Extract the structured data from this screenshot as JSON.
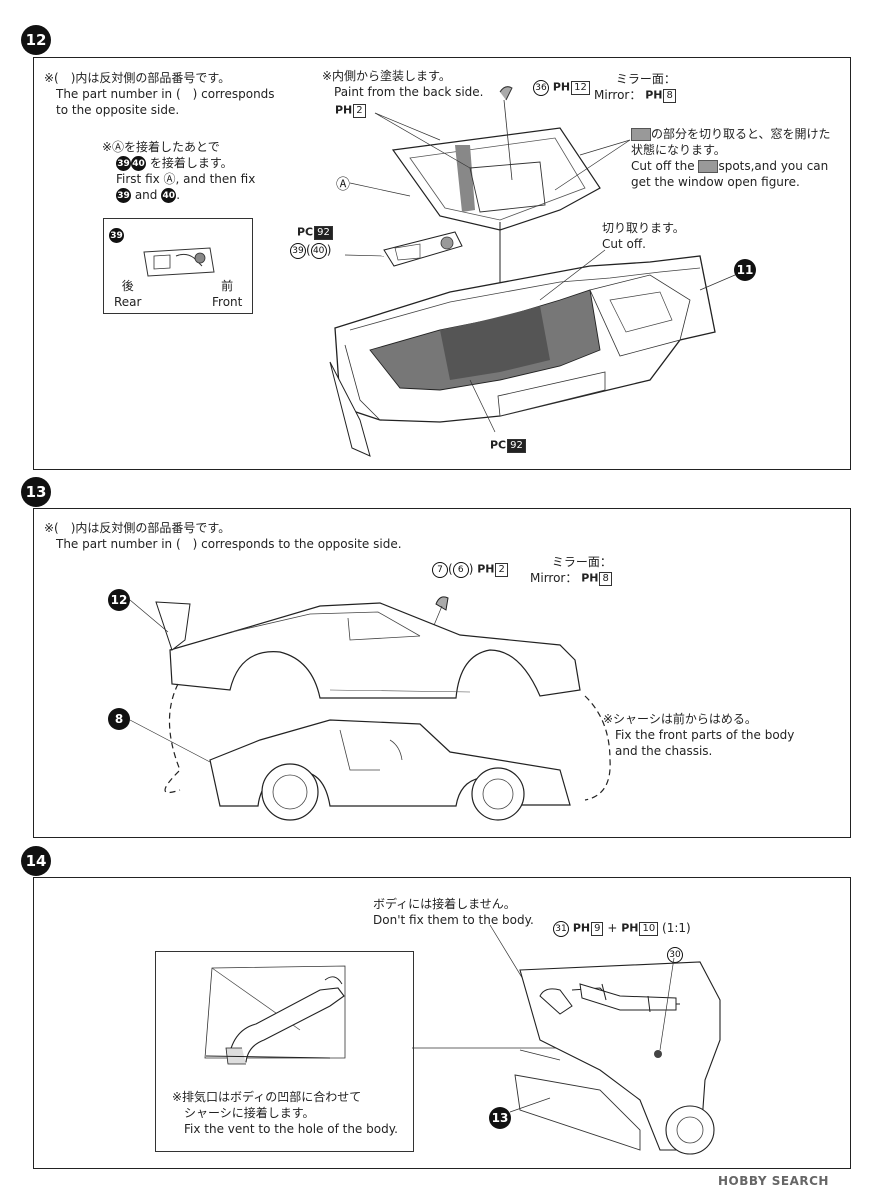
{
  "steps": [
    {
      "number": "12",
      "notes": {
        "opposite_jp": "※(　)内は反対側の部品番号です。",
        "opposite_en1": "The part number in (　) corresponds",
        "opposite_en2": "to the opposite side.",
        "glue_jp1": "※Ⓐを接着したあとで",
        "glue_jp2": "を接着します。",
        "glue_en1": "First fix Ⓐ, and then fix",
        "glue_en2": "and",
        "paint_back_jp": "※内側から塗装します。",
        "paint_back_en": "Paint from the back side.",
        "mirror_jp": "ミラー面：",
        "mirror_en": "Mirror：",
        "window_jp1": "の部分を切り取ると、窓を開けた",
        "window_jp2": "状態になります。",
        "window_en1": "Cut off the",
        "window_en1b": "spots,and you can",
        "window_en2": "get the window open figure.",
        "cutoff_jp": "切り取ります。",
        "cutoff_en": "Cut off.",
        "rear_jp": "後",
        "rear_en": "Rear",
        "front_jp": "前",
        "front_en": "Front",
        "label_a": "Ⓐ"
      },
      "parts": {
        "p36": "36",
        "p39": "39",
        "p40": "40",
        "p11": "11",
        "ph12": "12",
        "ph2": "2",
        "ph8": "8",
        "pc92": "92"
      }
    },
    {
      "number": "13",
      "notes": {
        "opposite_jp": "※(　)内は反対側の部品番号です。",
        "opposite_en": "The part number in (　) corresponds to the opposite side.",
        "mirror_jp": "ミラー面：",
        "mirror_en": "Mirror：",
        "chassis_jp": "※シャーシは前からはめる。",
        "chassis_en1": "Fix the front parts of the body",
        "chassis_en2": "and the chassis."
      },
      "parts": {
        "p7": "7",
        "p6": "6",
        "p12": "12",
        "p8": "8",
        "ph2": "2",
        "ph8": "8"
      }
    },
    {
      "number": "14",
      "notes": {
        "nofix_jp": "ボディには接着しません。",
        "nofix_en": "Don't fix them to the body.",
        "ratio": "(1:1)",
        "vent_jp1": "※排気口はボディの凹部に合わせて",
        "vent_jp2": "シャーシに接着します。",
        "vent_en": "Fix the vent to the hole of the body."
      },
      "parts": {
        "p31": "31",
        "p30": "30",
        "p13": "13",
        "ph9": "9",
        "ph10": "10"
      }
    }
  ],
  "paint_prefix_h": "PH",
  "paint_prefix_c": "PC",
  "plus": "+",
  "watermark": "HOBBY SEARCH",
  "colors": {
    "ink": "#1a1a1a",
    "fill_dark": "#555555",
    "border": "#222222"
  }
}
